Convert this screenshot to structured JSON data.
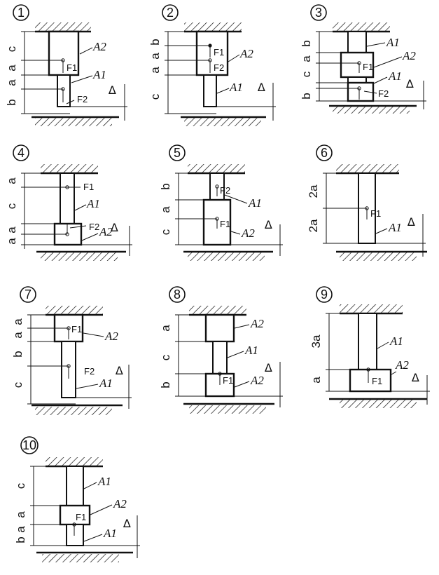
{
  "labels": {
    "A1": "A1",
    "A2": "A2",
    "F1": "F1",
    "F2": "F2",
    "gap": "∆"
  },
  "problems": [
    {
      "id": "1",
      "dims": [
        "c",
        "a",
        "a",
        "b"
      ]
    },
    {
      "id": "2",
      "dims": [
        "b",
        "a",
        "a",
        "c"
      ]
    },
    {
      "id": "3",
      "dims": [
        "b",
        "a",
        "c",
        "b"
      ]
    },
    {
      "id": "4",
      "dims": [
        "a",
        "c",
        "a",
        "a"
      ]
    },
    {
      "id": "5",
      "dims": [
        "b",
        "a",
        "c"
      ]
    },
    {
      "id": "6",
      "dims": [
        "2a",
        "2a"
      ]
    },
    {
      "id": "7",
      "dims": [
        "a",
        "a",
        "b",
        "c"
      ]
    },
    {
      "id": "8",
      "dims": [
        "a",
        "c",
        "b"
      ]
    },
    {
      "id": "9",
      "dims": [
        "3a",
        "a"
      ]
    },
    {
      "id": "10",
      "dims": [
        "c",
        "a",
        "a",
        "b"
      ]
    }
  ],
  "colors": {
    "ink": "#111111",
    "paper": "#ffffff"
  }
}
